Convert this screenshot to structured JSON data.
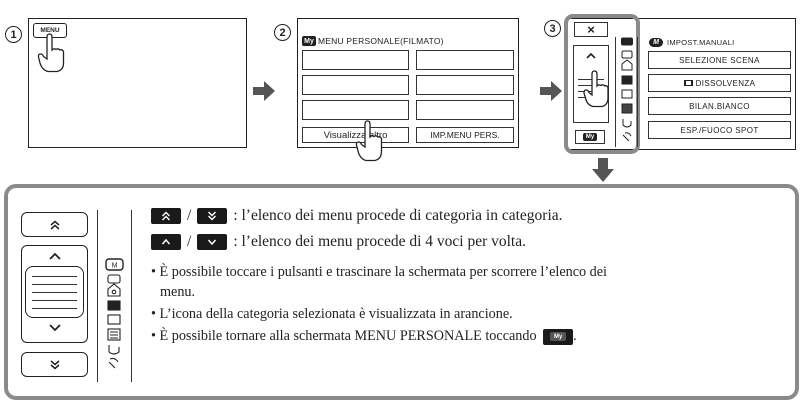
{
  "step1": {
    "number": "1",
    "menu_label": "MENU"
  },
  "step2": {
    "number": "2",
    "my_tag": "My",
    "header": "MENU PERSONALE(FILMATO)",
    "visualizza_label": "Visualizza altro",
    "impmenu_label": "IMP.MENU PERS."
  },
  "step3": {
    "number": "3",
    "close_symbol": "×",
    "my_tag": "My",
    "category_header": "IMPOST.MANUALI",
    "items": [
      "SELEZIONE SCENA",
      "DISSOLVENZA",
      "BILAN.BIANCO",
      "ESP./FUOCO SPOT"
    ]
  },
  "explain": {
    "my_tag": "My",
    "line1_sep": "/",
    "line1_text": ": l’elenco dei menu procede di categoria in categoria.",
    "line2_sep": "/",
    "line2_text": ": l’elenco dei menu procede di 4 voci per volta.",
    "bullet1a": "È possibile toccare i pulsanti e trascinare la schermata per scorrere l’elenco dei",
    "bullet1b": "menu.",
    "bullet2": "L’icona della categoria selezionata è visualizzata in arancione.",
    "bullet3_before": "È possibile tornare alla schermata MENU PERSONALE toccando",
    "bullet3_after": "."
  },
  "colors": {
    "highlight_frame": "#8a8a8a",
    "dark_button": "#1a1a1a",
    "arrow": "#555555"
  }
}
